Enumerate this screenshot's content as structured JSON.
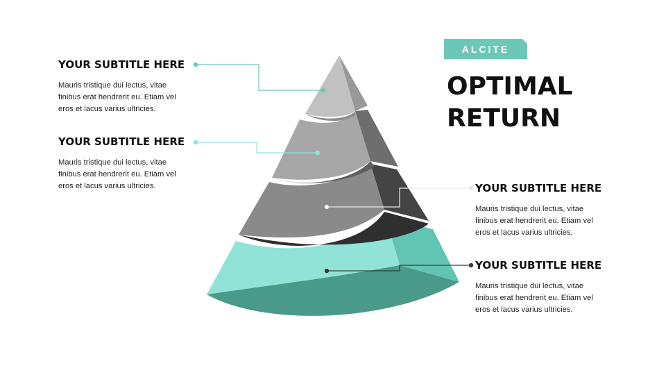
{
  "badge": "ALCITE",
  "title": {
    "line1": "OPTIMAL",
    "line2": "RETURN"
  },
  "callouts": [
    {
      "subtitle": "YOUR SUBTITLE HERE",
      "body": "Mauris tristique dui lectus, vitae finibus erat hendrerit eu. Etiam vel eros et lacus varius ultricies."
    },
    {
      "subtitle": "YOUR SUBTITLE HERE",
      "body": "Mauris tristique dui lectus, vitae finibus erat hendrerit eu. Etiam vel eros et lacus varius ultricies."
    },
    {
      "subtitle": "YOUR SUBTITLE HERE",
      "body": "Mauris tristique dui lectus, vitae finibus erat hendrerit eu. Etiam vel eros et lacus varius ultricies."
    },
    {
      "subtitle": "YOUR SUBTITLE HERE",
      "body": "Mauris tristique dui lectus, vitae finibus erat hendrerit eu. Etiam vel eros et lacus varius ultricies."
    }
  ],
  "colors": {
    "accent": "#6cc8b6",
    "accent_light": "#91e3d7",
    "accent_dark": "#4a9a8a",
    "gray_light": "#c1c1c1",
    "gray_mid": "#a7a7a7",
    "gray_dark": "#8a8a8a",
    "gray_side": "#444444"
  }
}
